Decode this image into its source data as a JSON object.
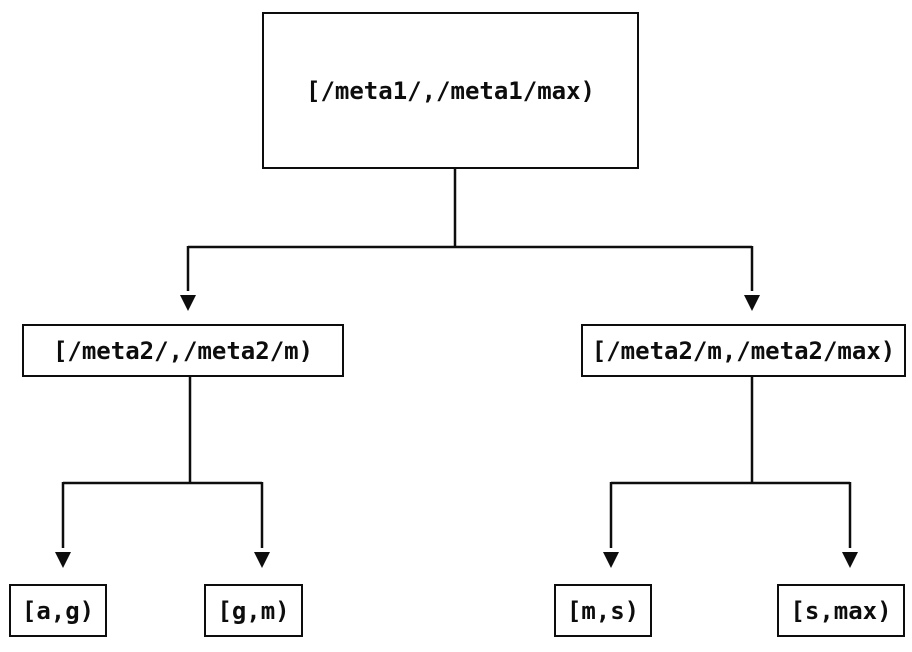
{
  "diagram": {
    "type": "tree",
    "background_color": "#ffffff",
    "line_color": "#0d0d0d",
    "nodes": {
      "root": {
        "label": "[/meta1/,/meta1/max)"
      },
      "left": {
        "label": "[/meta2/,/meta2/m)"
      },
      "right": {
        "label": "[/meta2/m,/meta2/max)"
      },
      "leaf_ag": {
        "label": "[a,g)"
      },
      "leaf_gm": {
        "label": "[g,m)"
      },
      "leaf_ms": {
        "label": "[m,s)"
      },
      "leaf_smax": {
        "label": "[s,max)"
      }
    },
    "edges": [
      {
        "from": "root",
        "to": "left",
        "arrow": "down"
      },
      {
        "from": "root",
        "to": "right",
        "arrow": "down"
      },
      {
        "from": "left",
        "to": "leaf_ag",
        "arrow": "down"
      },
      {
        "from": "left",
        "to": "leaf_gm",
        "arrow": "down"
      },
      {
        "from": "right",
        "to": "leaf_ms",
        "arrow": "down"
      },
      {
        "from": "right",
        "to": "leaf_smax",
        "arrow": "down"
      }
    ]
  }
}
